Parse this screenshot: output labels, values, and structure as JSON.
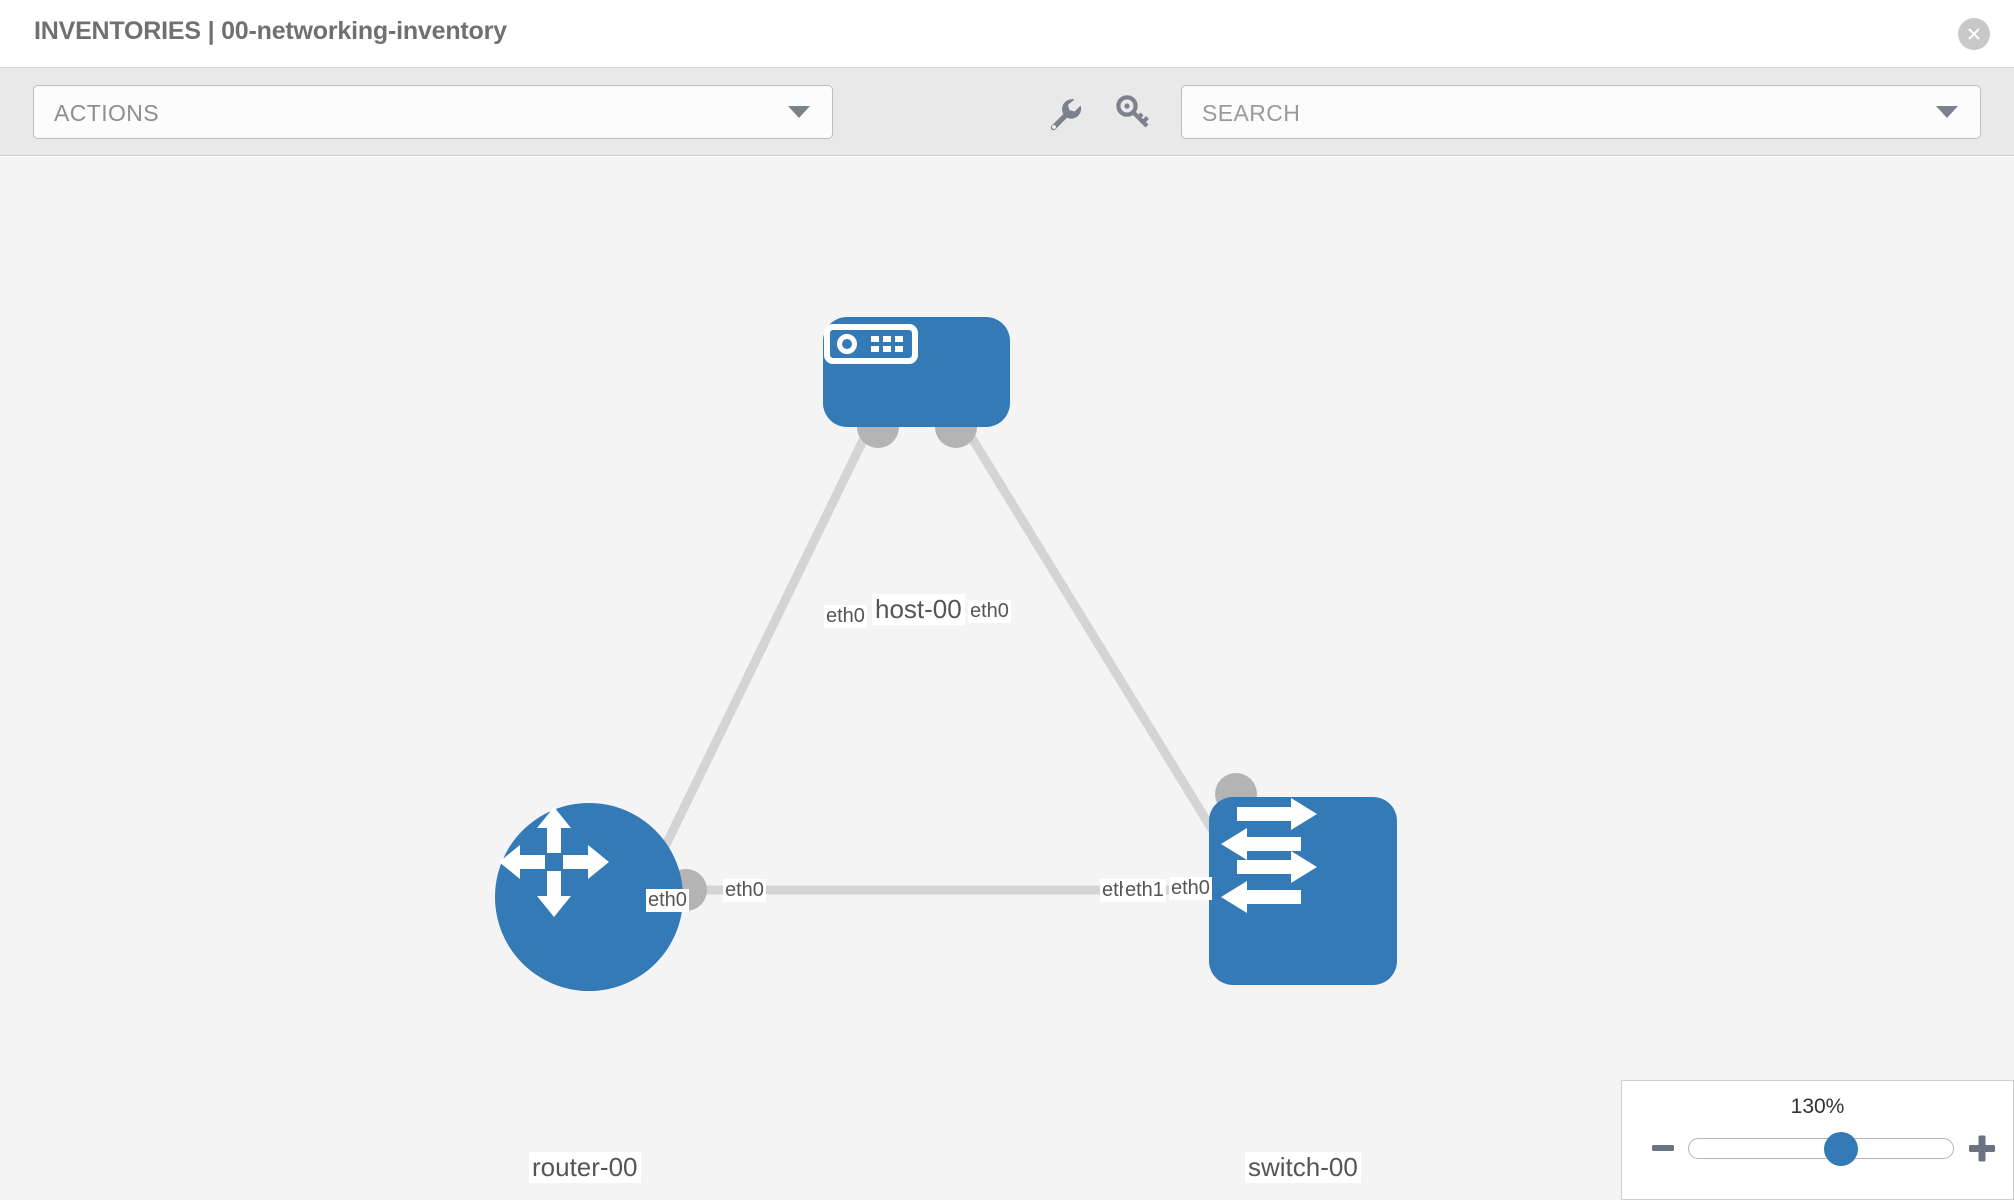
{
  "header": {
    "title": "INVENTORIES | 00-networking-inventory",
    "close_icon": "close-circle-icon"
  },
  "toolbar": {
    "actions_label": "ACTIONS",
    "actions_caret_icon": "chevron-down-icon",
    "wrench_icon": "wrench-icon",
    "key_icon": "key-icon",
    "search_placeholder": "SEARCH",
    "search_caret_icon": "chevron-down-icon"
  },
  "topology": {
    "nodes": [
      {
        "id": "host-00",
        "label": "host-00",
        "type": "host",
        "icon": "server-icon",
        "color": "#337ab7"
      },
      {
        "id": "router-00",
        "label": "router-00",
        "type": "router",
        "icon": "router-arrows-icon",
        "color": "#337ab7"
      },
      {
        "id": "switch-00",
        "label": "switch-00",
        "type": "switch",
        "icon": "switch-arrows-icon",
        "color": "#337ab7"
      }
    ],
    "links": [
      {
        "from": "host-00",
        "from_port": "eth0",
        "to": "router-00",
        "to_port": "eth0"
      },
      {
        "from": "host-00",
        "from_port": "eth0",
        "to": "switch-00",
        "to_port": "eth0"
      },
      {
        "from": "router-00",
        "from_port": "eth0",
        "to": "switch-00",
        "to_port": "eth1"
      }
    ],
    "port_labels": {
      "host_left": "eth0",
      "host_right": "eth0",
      "router_up": "eth0",
      "switch_up": "eth0",
      "router_right": "eth0",
      "switch_left_under": "eth",
      "switch_left": "eth1"
    },
    "edge_color": "#d4d4d4",
    "connector_color": "#b4b4b4"
  },
  "zoom": {
    "value_label": "130%",
    "minus_icon": "minus-icon",
    "plus_icon": "plus-icon",
    "thumb_position_pct": 58
  }
}
